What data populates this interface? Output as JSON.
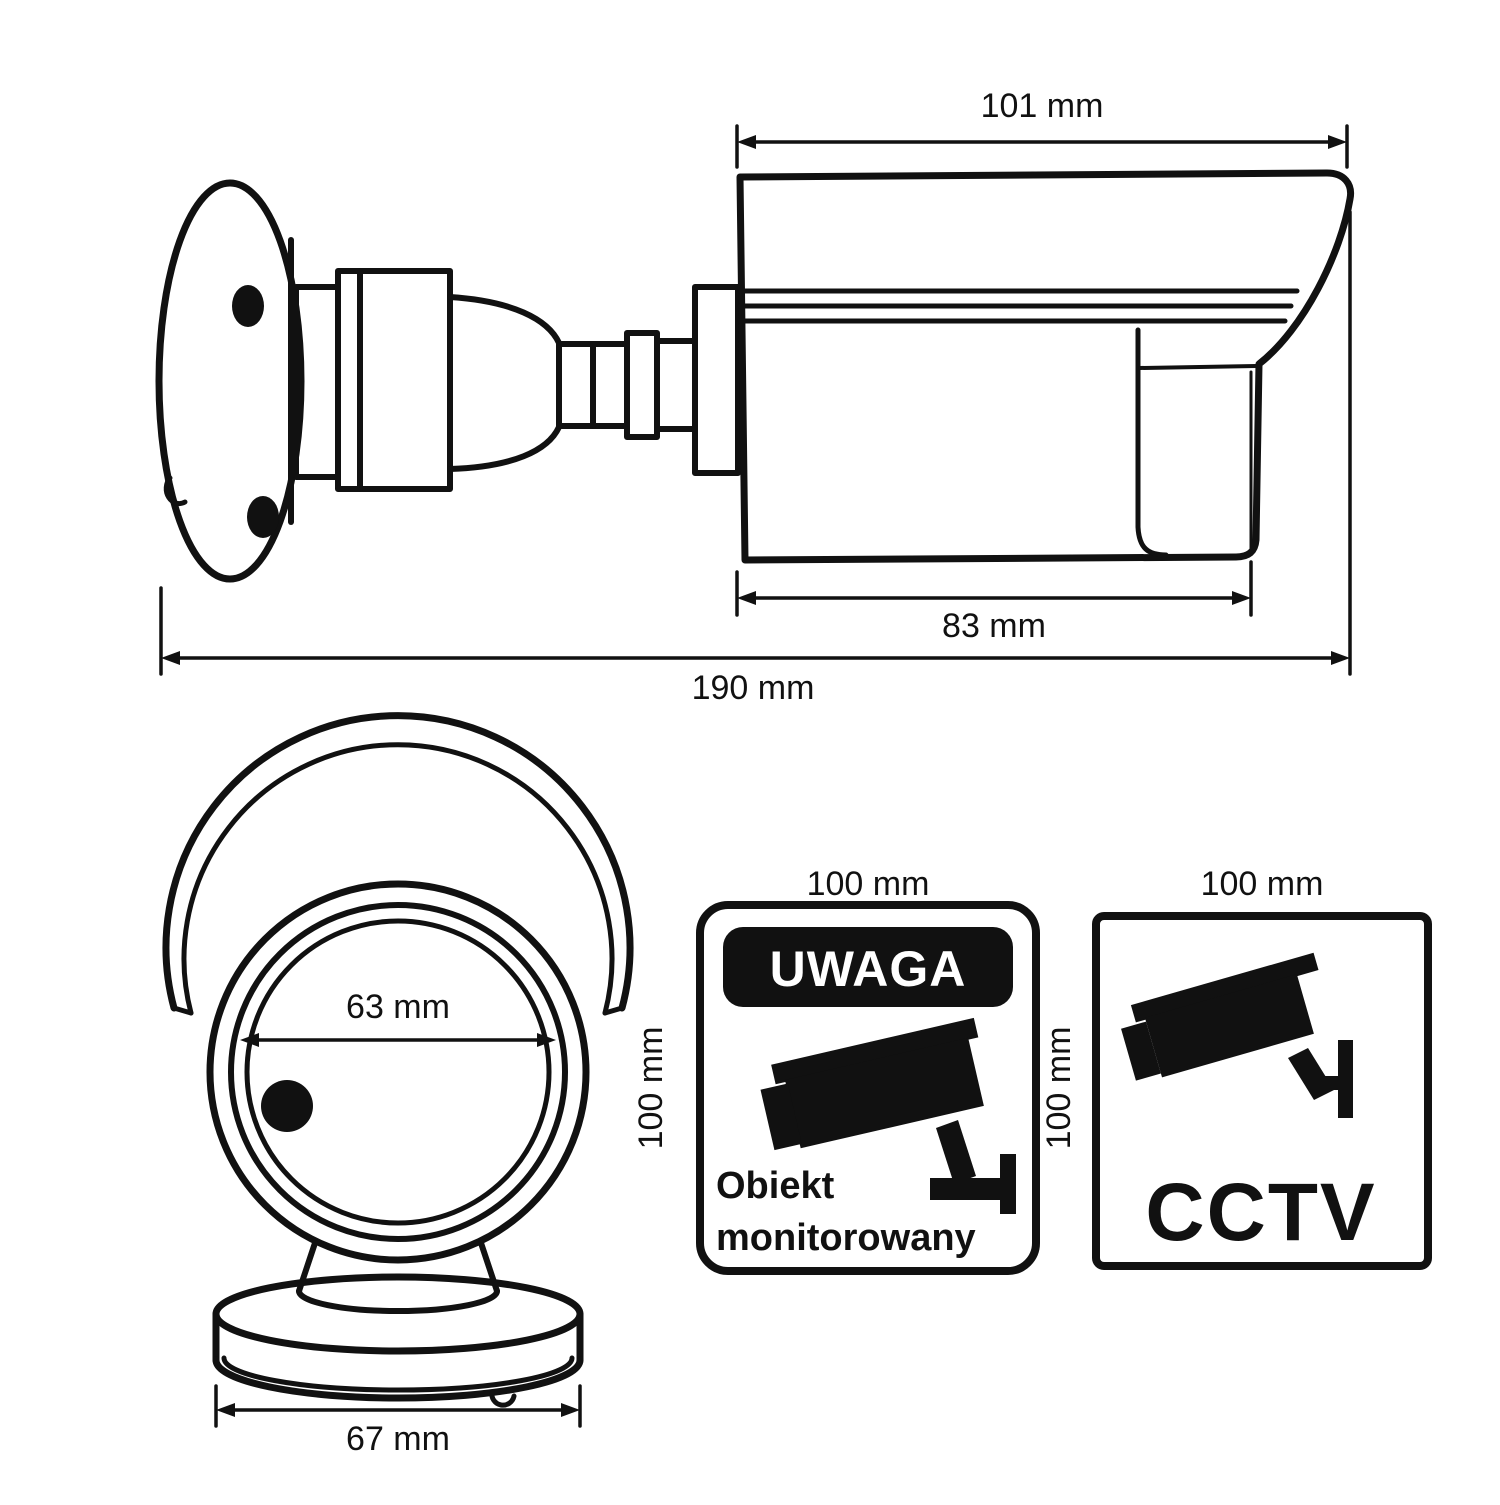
{
  "page": {
    "description": "Dimensional technical drawing of a CCTV bullet dummy camera with two warning stickers",
    "colors": {
      "ink": "#111111",
      "background": "#ffffff"
    }
  },
  "side_view": {
    "dims": {
      "top_width": "101 mm",
      "body_width": "83 mm",
      "total_length": "190 mm"
    }
  },
  "front_view": {
    "dims": {
      "lens_diameter": "63 mm",
      "base_diameter": "67 mm"
    }
  },
  "signs": {
    "uwaga": {
      "width": "100 mm",
      "height": "100 mm",
      "header": "UWAGA",
      "caption_line1": "Obiekt",
      "caption_line2": "monitorowany"
    },
    "cctv": {
      "width": "100 mm",
      "height": "100 mm",
      "caption": "CCTV"
    }
  }
}
